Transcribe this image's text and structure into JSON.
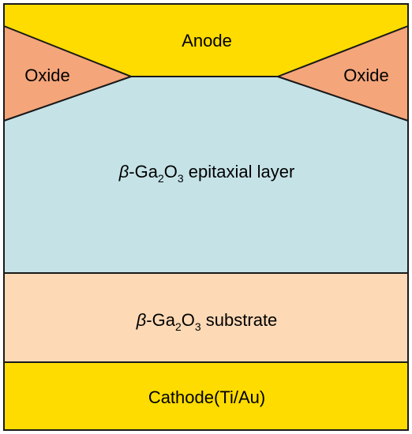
{
  "diagram": {
    "anode": {
      "label": "Anode",
      "color": "#FFDC00"
    },
    "oxide_left": {
      "label": "Oxide",
      "color": "#F4A57A"
    },
    "oxide_right": {
      "label": "Oxide",
      "color": "#F4A57A"
    },
    "epitaxial_layer": {
      "symbol": "β",
      "prefix": "-Ga",
      "sub1": "2",
      "mid": "O",
      "sub2": "3",
      "suffix": " epitaxial layer",
      "color": "#C5E3E7"
    },
    "substrate": {
      "symbol": "β",
      "prefix": "-Ga",
      "sub1": "2",
      "mid": "O",
      "sub2": "3",
      "suffix": " substrate",
      "color": "#FDD9B5"
    },
    "cathode": {
      "label": "Cathode(Ti/Au)",
      "color": "#FFDC00"
    },
    "outline_color": "#1a1a1a"
  }
}
